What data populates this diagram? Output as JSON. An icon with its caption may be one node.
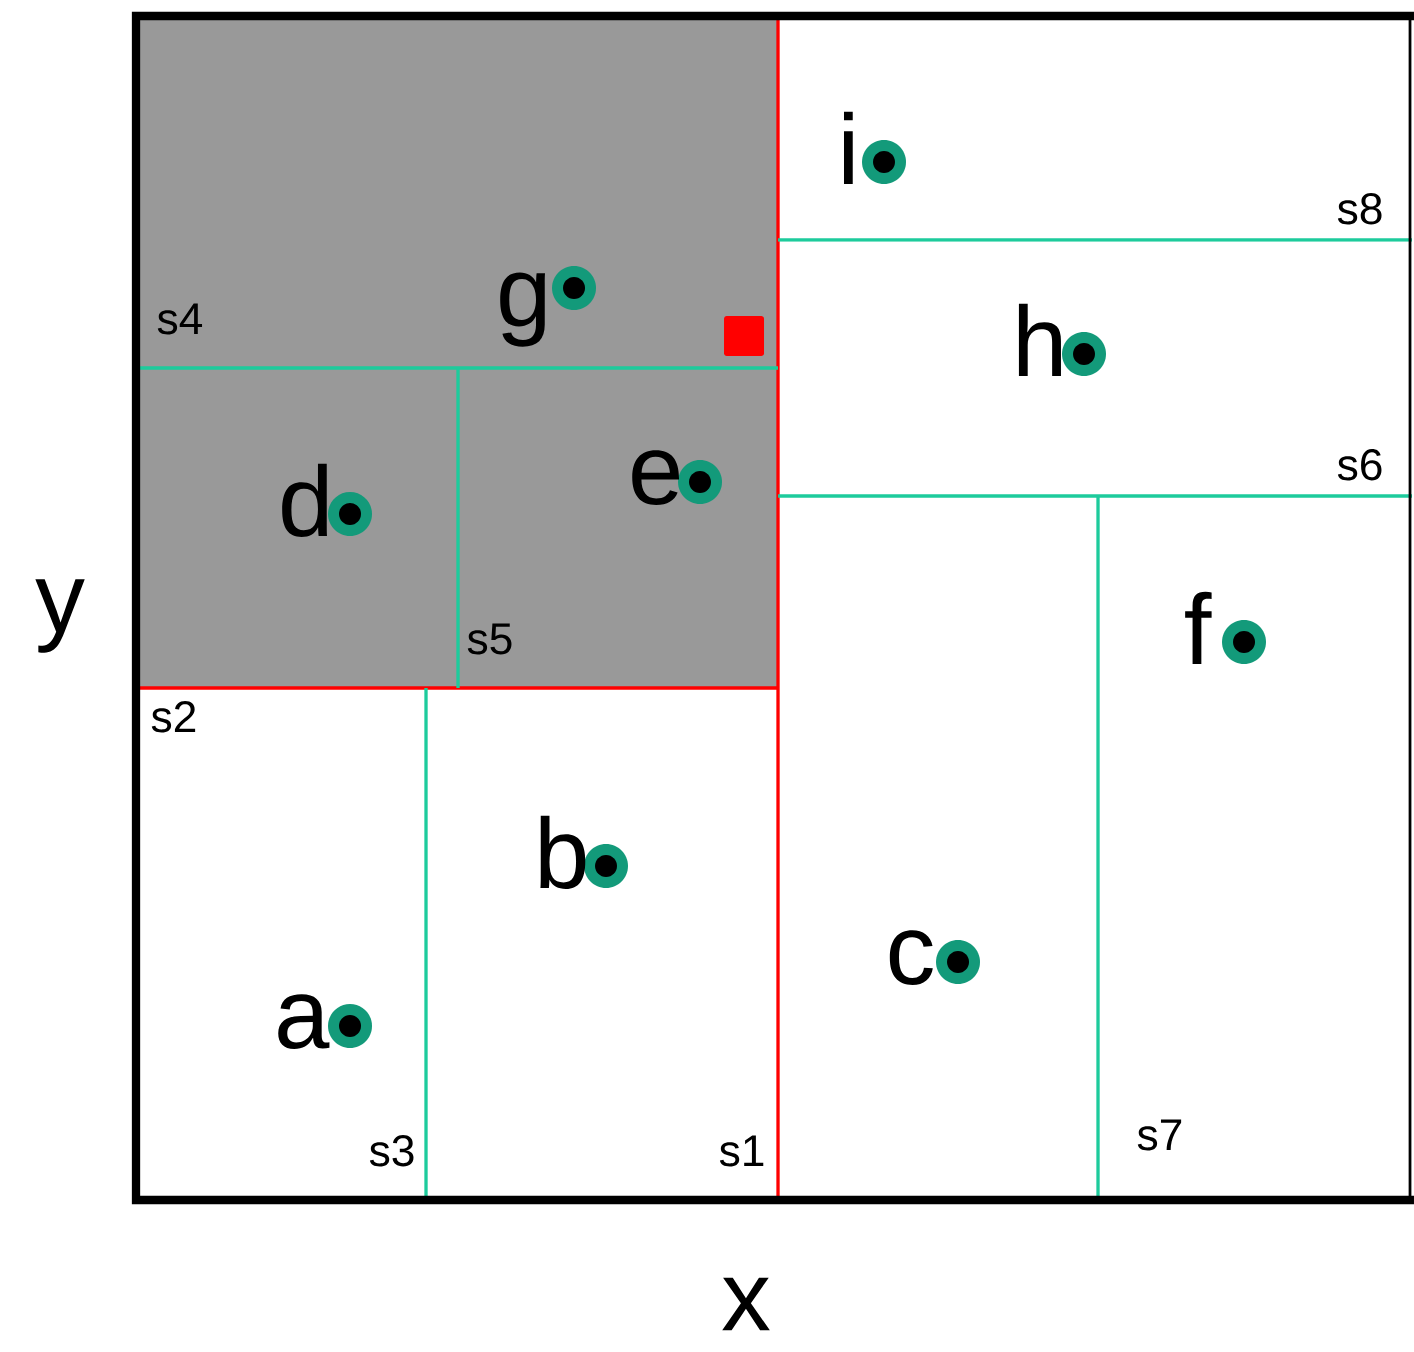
{
  "diagram": {
    "labels": [
      "i",
      "s8",
      "g",
      "s4",
      "h",
      "e",
      "d",
      "s6",
      "y",
      "f",
      "s5",
      "s2",
      "b",
      "c",
      "a",
      "s3",
      "s1",
      "s7",
      "x"
    ]
  }
}
